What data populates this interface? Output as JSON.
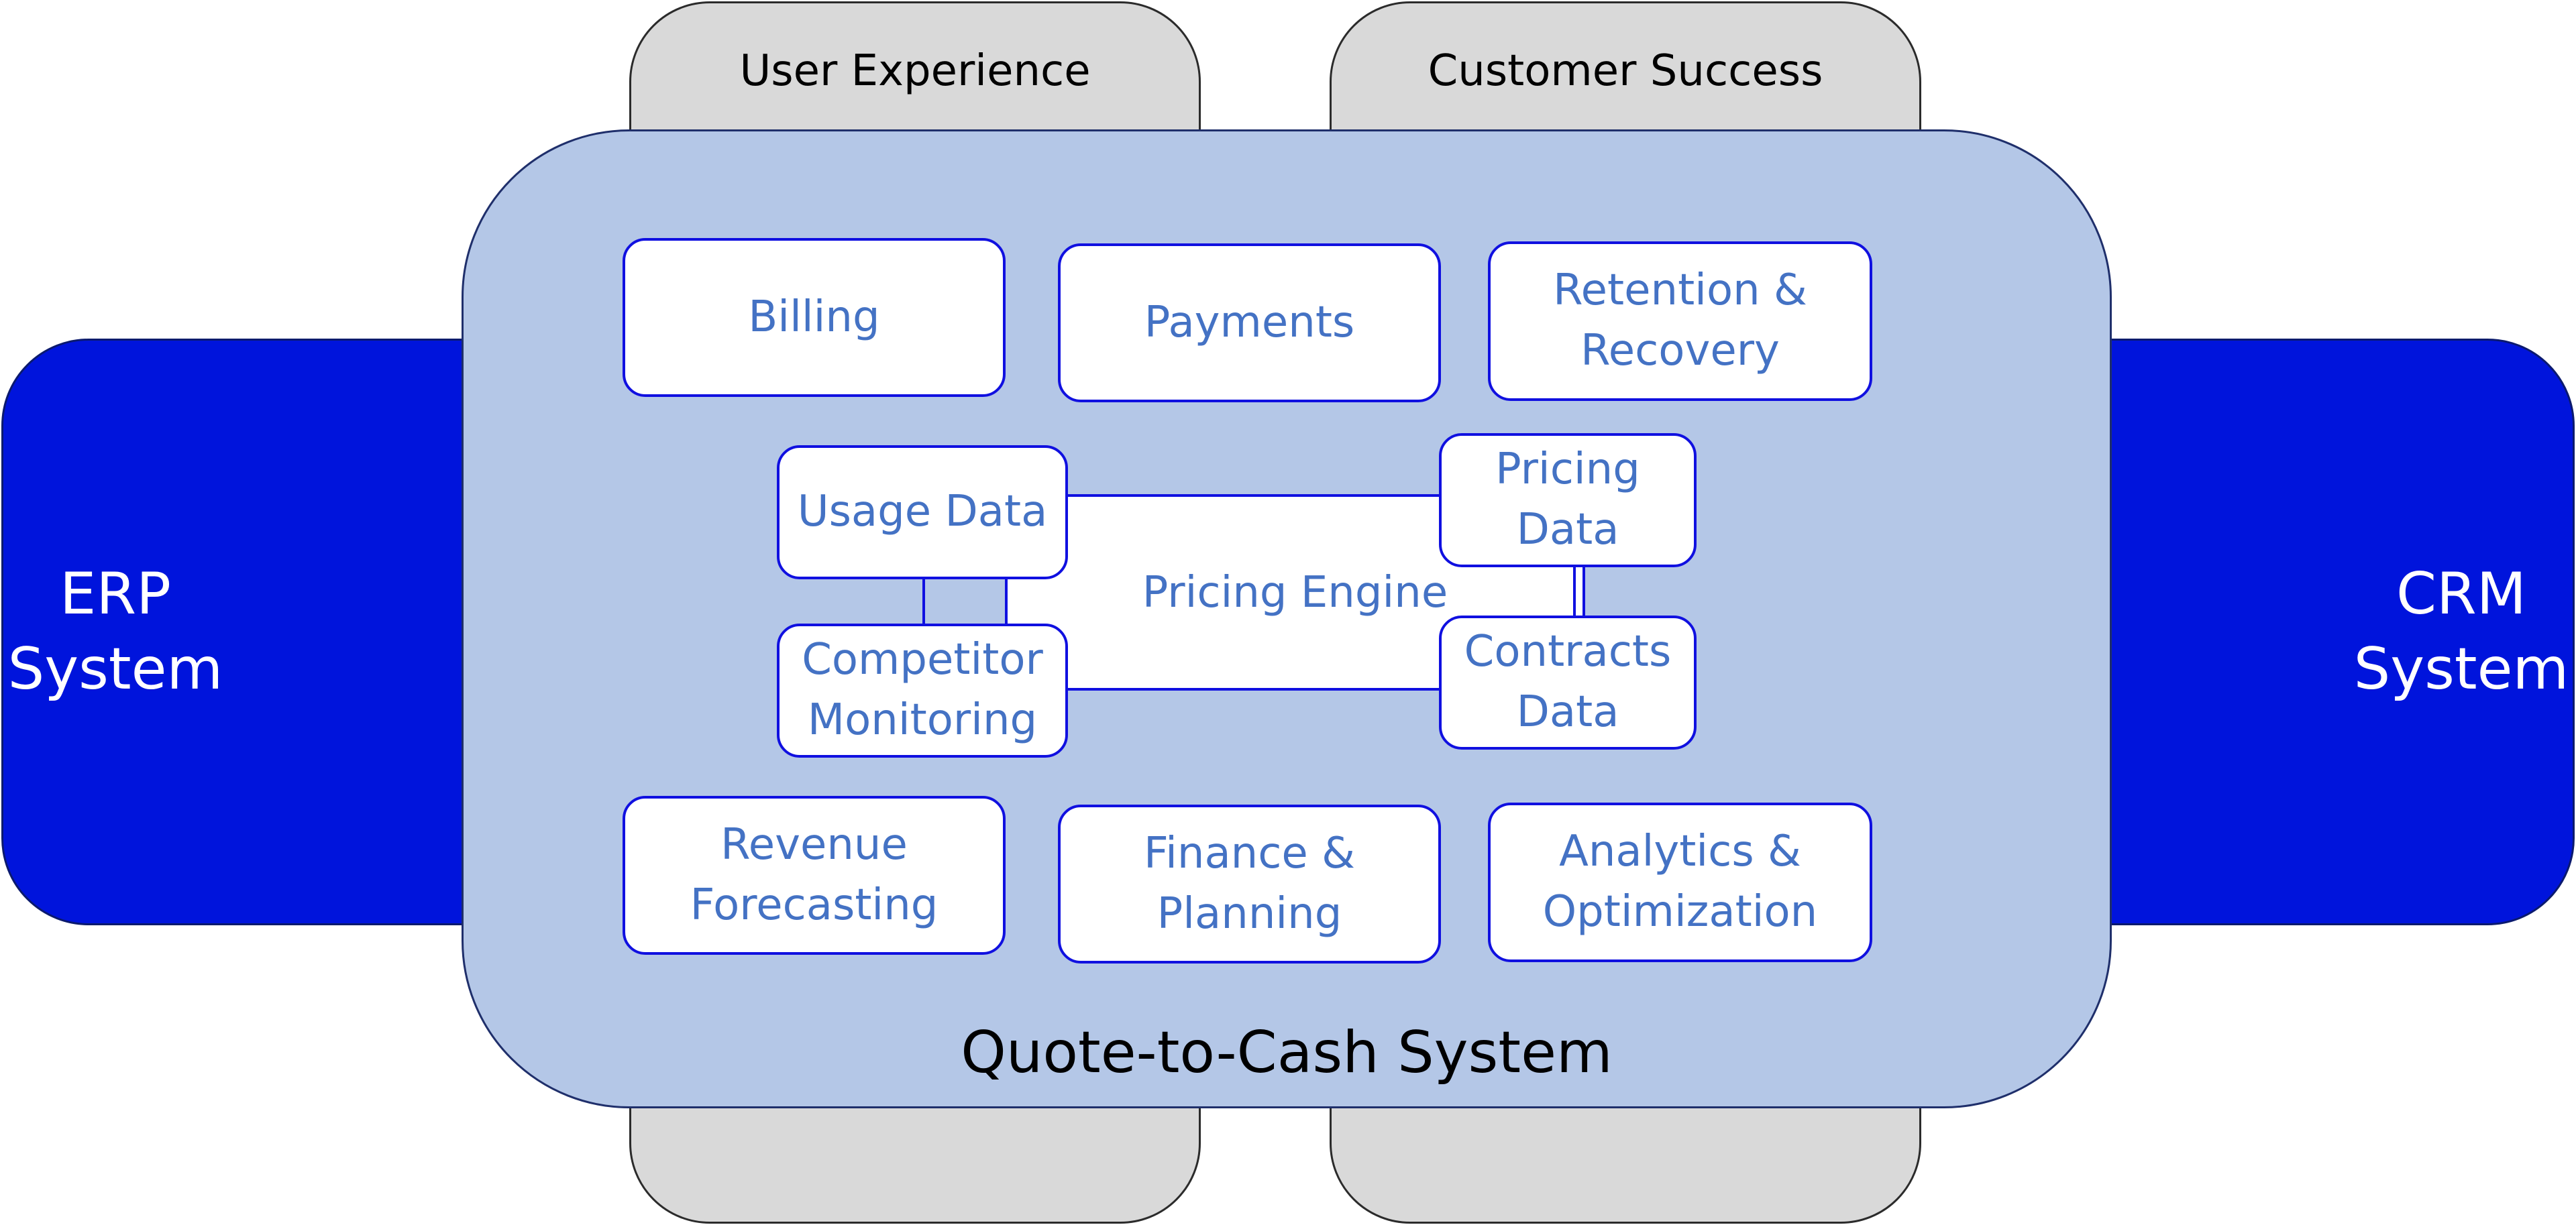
{
  "tabs": {
    "top_left": "User Experience",
    "top_right": "Customer Success"
  },
  "side_systems": {
    "left": "ERP System",
    "right": "CRM System"
  },
  "main_panel": {
    "title": "Quote-to-Cash System"
  },
  "modules": {
    "billing": "Billing",
    "payments": "Payments",
    "retention": "Retention & Recovery",
    "usage_data": "Usage Data",
    "pricing_data": "Pricing Data",
    "pricing_engine": "Pricing Engine",
    "competitor_monitoring": "Competitor Monitoring",
    "contracts_data": "Contracts Data",
    "revenue_forecasting": "Revenue Forecasting",
    "finance_planning": "Finance & Planning",
    "analytics_optimization": "Analytics & Optimization"
  },
  "colors": {
    "panel": "#b4c7e7",
    "side": "#0014dc",
    "tab": "#d9d9d9",
    "box_border": "#1010e0",
    "box_text": "#4472c4"
  }
}
